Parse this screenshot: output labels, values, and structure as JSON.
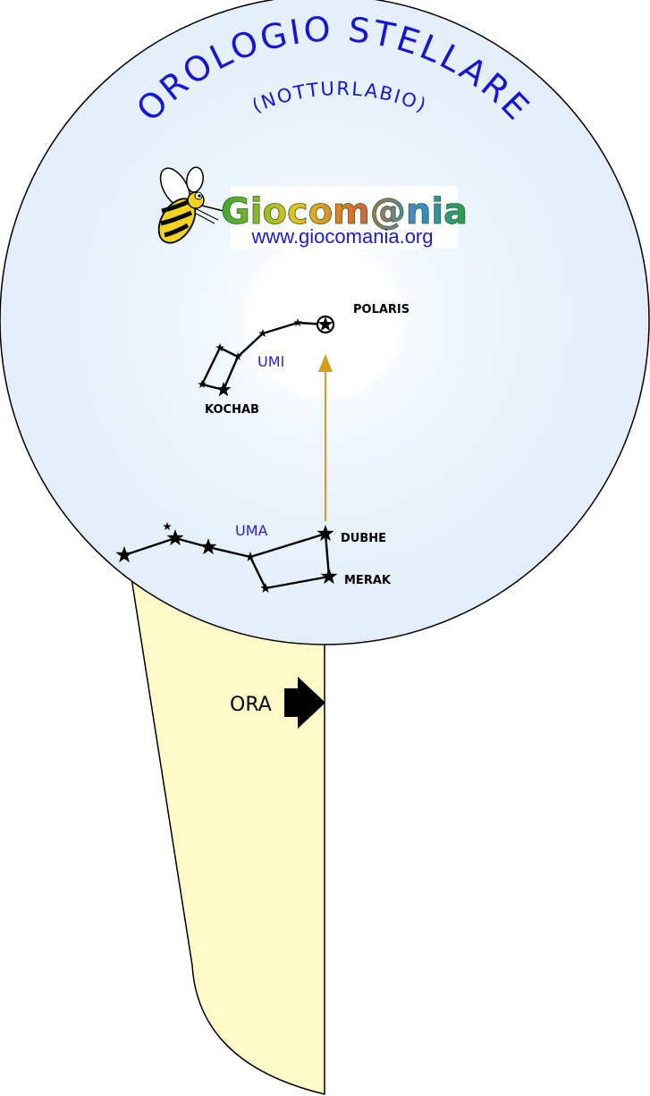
{
  "title": {
    "main": "OROLOGIO STELLARE",
    "sub": "(NOTTURLABIO)"
  },
  "logo": {
    "brand": "Giocom@nia",
    "url": "www.giocomania.org",
    "mascot_icon": "bee-icon"
  },
  "stars": {
    "polaris": "POLARIS",
    "kochab": "KOCHAB",
    "dubhe": "DUBHE",
    "merak": "MERAK"
  },
  "constellations": {
    "umi": "UMI",
    "uma": "UMA"
  },
  "handle": {
    "label": "ORA"
  },
  "colors": {
    "disc_outer": "#e6f1fb",
    "disc_inner": "#ffffff",
    "handle_fill": "#fffac8",
    "title": "#1515d6",
    "constellation_label": "#2a22d8",
    "pointer_arrow": "#d49b1c"
  }
}
